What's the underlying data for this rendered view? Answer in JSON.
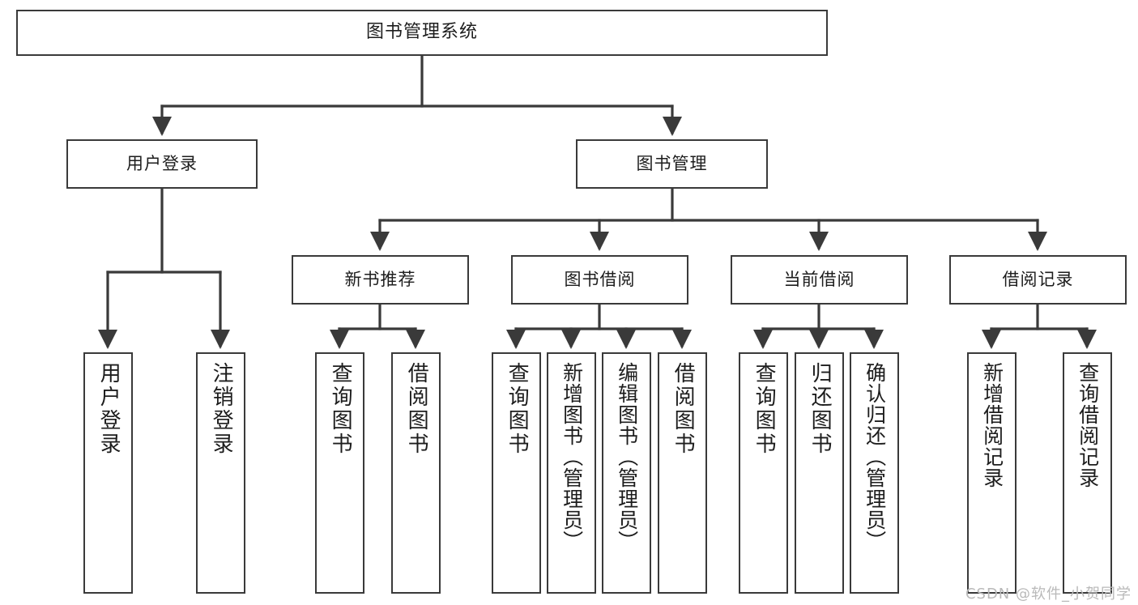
{
  "diagram": {
    "type": "tree",
    "title": "图书管理系统",
    "root": {
      "label": "图书管理系统"
    },
    "level2": [
      {
        "id": "user-login",
        "label": "用户登录"
      },
      {
        "id": "book-management",
        "label": "图书管理"
      }
    ],
    "level3": [
      {
        "id": "new-book-recommend",
        "label": "新书推荐",
        "parent": "book-management"
      },
      {
        "id": "book-borrow",
        "label": "图书借阅",
        "parent": "book-management"
      },
      {
        "id": "current-borrow",
        "label": "当前借阅",
        "parent": "book-management"
      },
      {
        "id": "borrow-record",
        "label": "借阅记录",
        "parent": "book-management"
      }
    ],
    "leaves": [
      {
        "id": "leaf-user-login",
        "label": "用户登录",
        "parent": "user-login"
      },
      {
        "id": "leaf-user-logout",
        "label": "注销登录",
        "parent": "user-login"
      },
      {
        "id": "leaf-query-book-1",
        "label": "查询图书",
        "parent": "new-book-recommend"
      },
      {
        "id": "leaf-borrow-book-1",
        "label": "借阅图书",
        "parent": "new-book-recommend"
      },
      {
        "id": "leaf-query-book-2",
        "label": "查询图书",
        "parent": "book-borrow"
      },
      {
        "id": "leaf-add-book",
        "label": "新增图书（管理员）",
        "parent": "book-borrow"
      },
      {
        "id": "leaf-edit-book",
        "label": "编辑图书（管理员）",
        "parent": "book-borrow"
      },
      {
        "id": "leaf-borrow-book-2",
        "label": "借阅图书",
        "parent": "book-borrow"
      },
      {
        "id": "leaf-query-book-3",
        "label": "查询图书",
        "parent": "current-borrow"
      },
      {
        "id": "leaf-return-book",
        "label": "归还图书",
        "parent": "current-borrow"
      },
      {
        "id": "leaf-confirm-return",
        "label": "确认归还（管理员）",
        "parent": "current-borrow"
      },
      {
        "id": "leaf-add-record",
        "label": "新增借阅记录",
        "parent": "borrow-record"
      },
      {
        "id": "leaf-query-record",
        "label": "查询借阅记录",
        "parent": "borrow-record"
      }
    ],
    "colors": {
      "stroke": "#3a3a3a",
      "background": "#ffffff",
      "text": "#1d1d1d",
      "watermark": "#b9b9b9"
    }
  },
  "watermark": {
    "text": "CSDN @软件_小贺同学"
  }
}
